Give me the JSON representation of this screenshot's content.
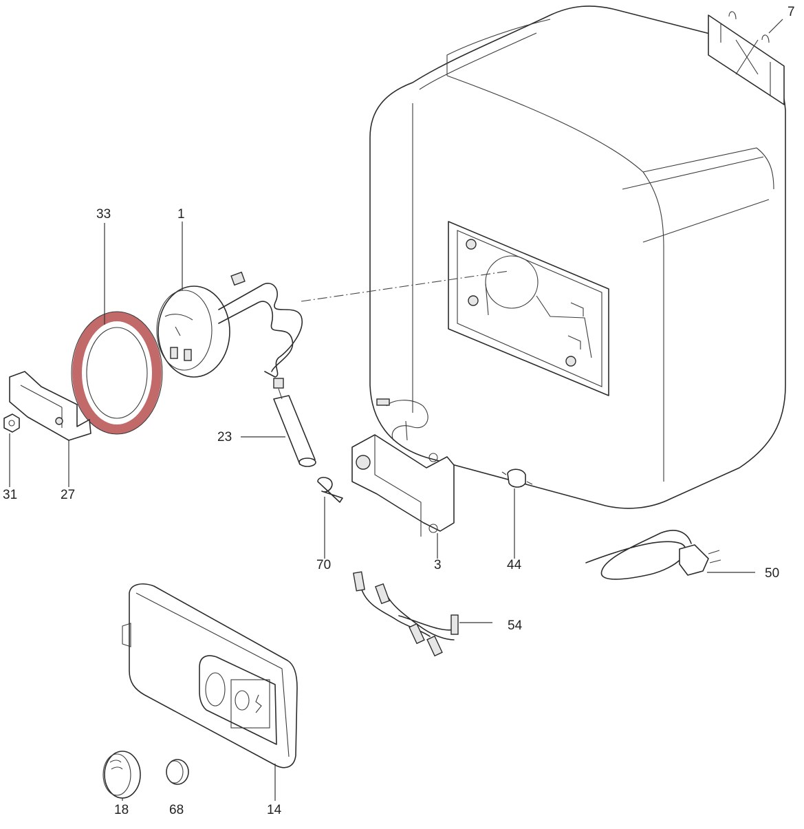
{
  "labels": {
    "p1": "1",
    "p3": "3",
    "p7": "7",
    "p14": "14",
    "p18": "18",
    "p23": "23",
    "p27": "27",
    "p31": "31",
    "p33": "33",
    "p44": "44",
    "p50": "50",
    "p54": "54",
    "p68": "68",
    "p70": "70"
  },
  "colors": {
    "line": "#2b2b2b",
    "gasket": "#c26a6a",
    "background": "#ffffff"
  }
}
